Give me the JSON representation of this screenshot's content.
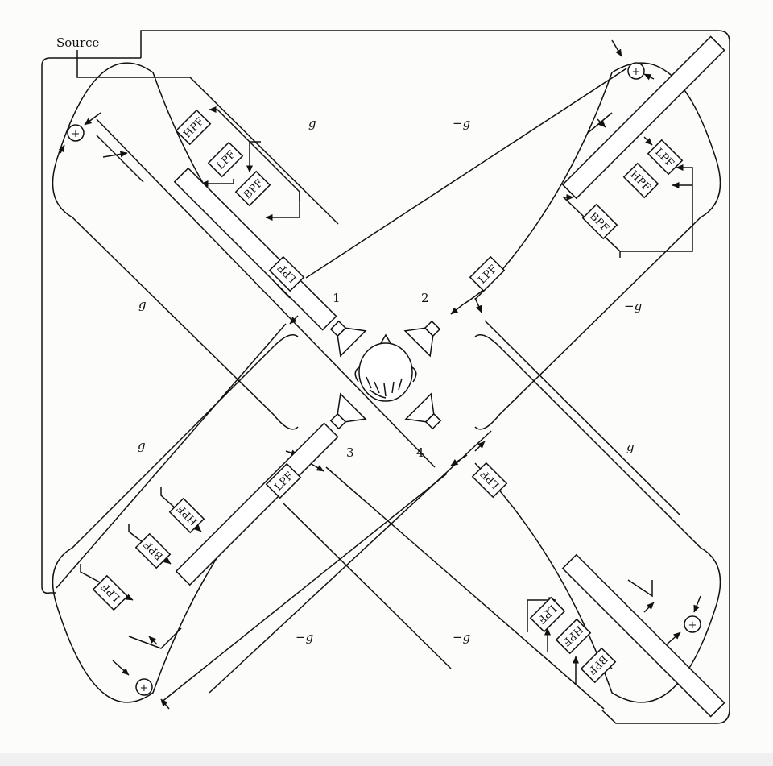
{
  "diagram": {
    "source_label": "Source",
    "gains": {
      "g": "g",
      "neg_g": "−g"
    },
    "speaker_numbers": [
      "1",
      "2",
      "3",
      "4"
    ],
    "filter_labels": {
      "lpf": "LPF",
      "hpf": "HPF",
      "bpf": "BPF"
    },
    "summer_glyph": "+"
  },
  "colors": {
    "line": "#111111",
    "background": "#fcfcfb",
    "footer": "#f0f0f0"
  }
}
